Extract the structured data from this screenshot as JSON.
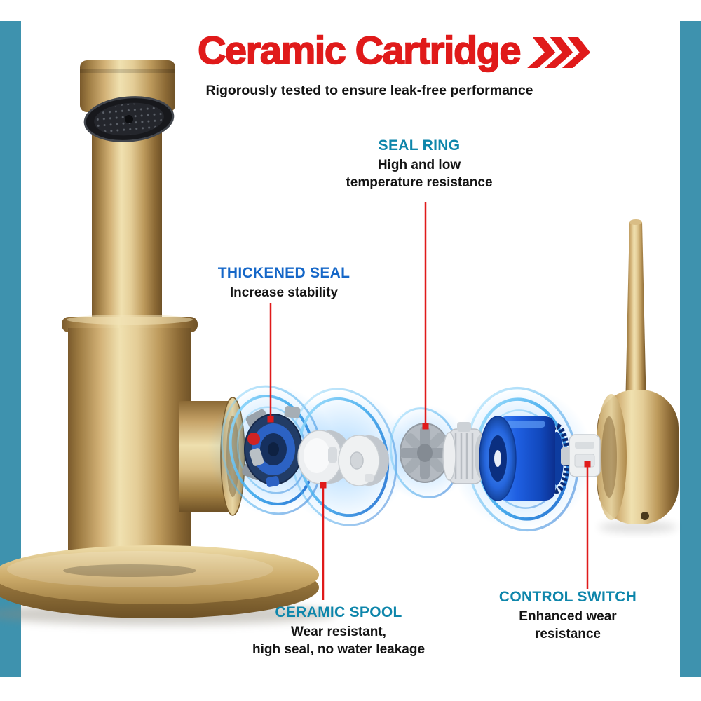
{
  "theme": {
    "sidebar_teal": "#3e92ae",
    "title_red": "#e01a1a",
    "label_teal": "#0e86ab",
    "label_blue": "#1567c8",
    "text_black": "#141414",
    "faucet_gold": "#c9a96a",
    "cartridge_blue": "#1d5fe2",
    "glow_blue": "#49abff"
  },
  "header": {
    "title": "Ceramic Cartridge",
    "subtitle": "Rigorously tested to ensure leak-free performance"
  },
  "callouts": {
    "seal_ring": {
      "title": "SEAL RING",
      "desc": "High and low\ntemperature resistance"
    },
    "thickened_seal": {
      "title": "THICKENED SEAL",
      "desc": "Increase stability"
    },
    "ceramic_spool": {
      "title": "CERAMIC SPOOL",
      "desc": "Wear resistant,\nhigh seal, no water leakage"
    },
    "control_switch": {
      "title": "CONTROL SWITCH",
      "desc": "Enhanced wear resistance"
    }
  }
}
